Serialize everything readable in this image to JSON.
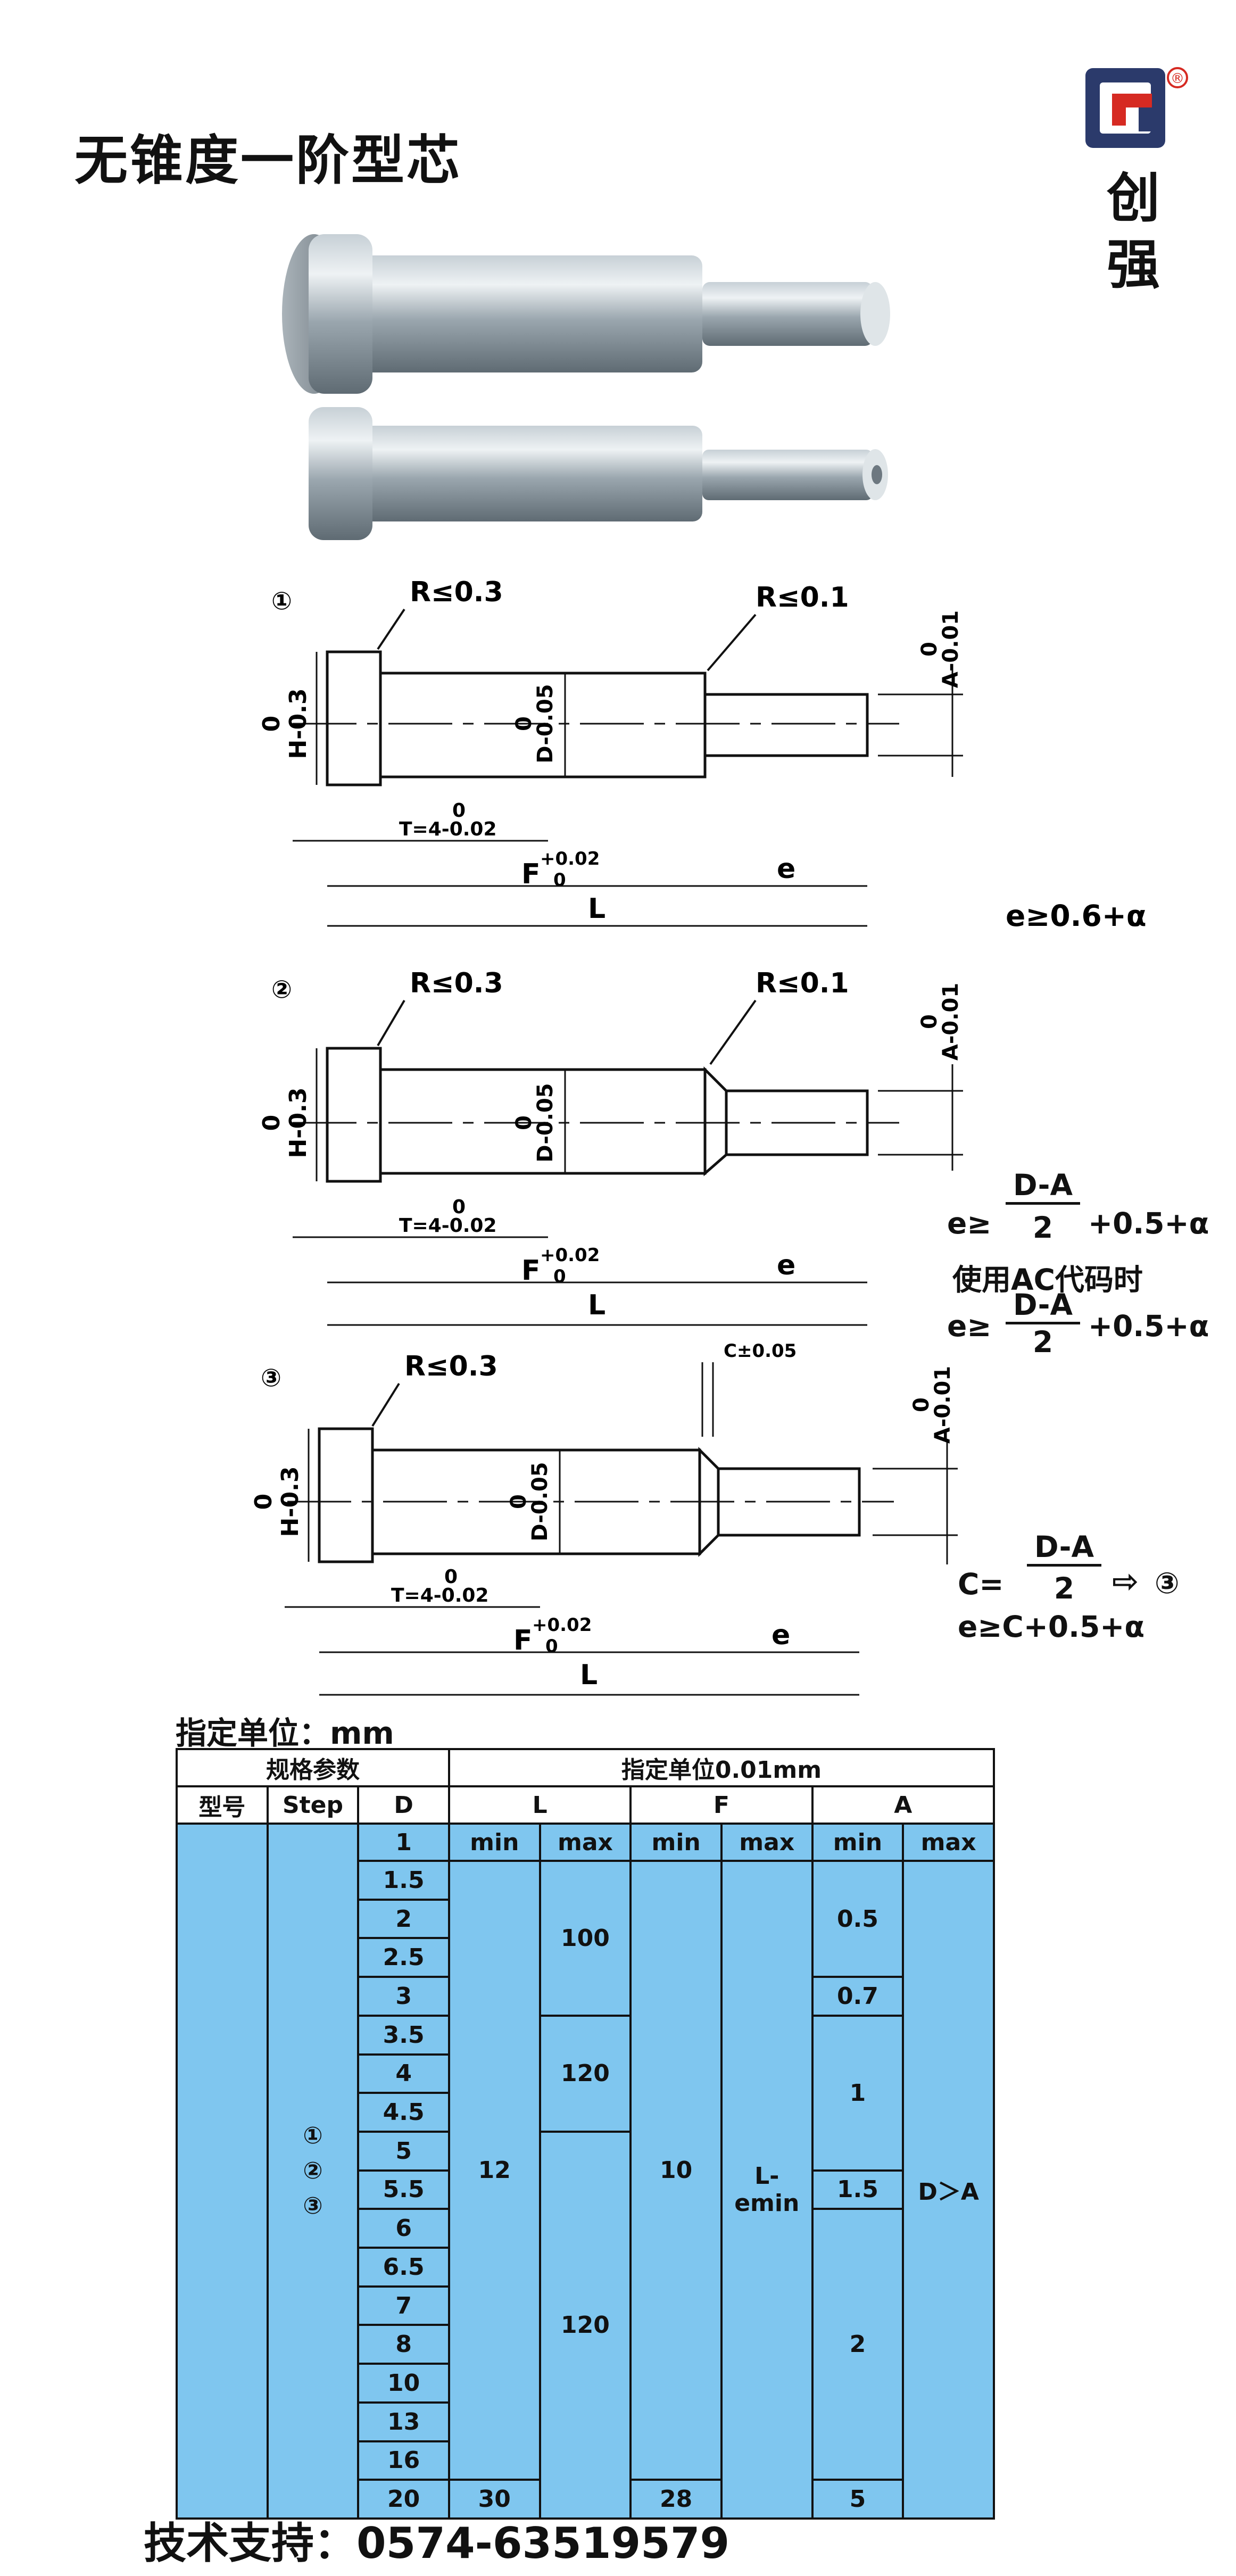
{
  "title": "无锥度一阶型芯",
  "brand": {
    "name_line1": "创",
    "name_line2": "强",
    "registered": "®",
    "colors": {
      "frame": "#2b3a6b",
      "accent": "#d62a22"
    }
  },
  "diagram1": {
    "number": "①",
    "r_head": "R≤0.3",
    "r_step": "R≤0.1",
    "h_tol_top": "0",
    "h_tol": "H-0.3",
    "d_tol_top": "0",
    "d_tol": "D-0.05",
    "a_tol_top": "0",
    "a_tol": "A-0.01",
    "t_tol_top": "0",
    "t_tol": "T=4-0.02",
    "f_label": "F",
    "f_tol_top": "+0.02",
    "f_tol_bottom": "0",
    "e_label": "e",
    "l_label": "L",
    "formula": "e≥0.6+α"
  },
  "diagram2": {
    "number": "②",
    "r_head": "R≤0.3",
    "r_step": "R≤0.1",
    "h_tol_top": "0",
    "h_tol": "H-0.3",
    "d_tol_top": "0",
    "d_tol": "D-0.05",
    "a_tol_top": "0",
    "a_tol": "A-0.01",
    "t_tol_top": "0",
    "t_tol": "T=4-0.02",
    "f_label": "F",
    "f_tol_top": "+0.02",
    "f_tol_bottom": "0",
    "e_label": "e",
    "l_label": "L",
    "formula_prefix": "e≥",
    "formula_num": "D-A",
    "formula_den": "2",
    "formula_suffix": "+0.5+α",
    "note": "使用AC代码时",
    "formula2_prefix": "e≥",
    "formula2_num": "D-A",
    "formula2_den": "2",
    "formula2_suffix": "+0.5+α"
  },
  "diagram3": {
    "number": "③",
    "r_head": "R≤0.3",
    "c_tol": "C±0.05",
    "h_tol_top": "0",
    "h_tol": "H-0.3",
    "d_tol_top": "0",
    "d_tol": "D-0.05",
    "a_tol_top": "0",
    "a_tol": "A-0.01",
    "t_tol_top": "0",
    "t_tol": "T=4-0.02",
    "f_label": "F",
    "f_tol_top": "+0.02",
    "f_tol_bottom": "0",
    "e_label": "e",
    "l_label": "L",
    "c_prefix": "C=",
    "c_num": "D-A",
    "c_den": "2",
    "c_arrow_target": "③",
    "formula": "e≥C+0.5+α"
  },
  "table": {
    "unit_caption": "指定单位：mm",
    "spec_header": "规格参数",
    "unit_header": "指定单位0.01mm",
    "col_model": "型号",
    "col_step": "Step",
    "col_d": "D",
    "col_l": "L",
    "col_f": "F",
    "col_a": "A",
    "min": "min",
    "max": "max",
    "step_values": [
      "①",
      "②",
      "③"
    ],
    "d_values": [
      "1",
      "1.5",
      "2",
      "2.5",
      "3",
      "3.5",
      "4",
      "4.5",
      "5",
      "5.5",
      "6",
      "6.5",
      "7",
      "8",
      "10",
      "13",
      "16",
      "20"
    ],
    "l_min": [
      "12",
      "30"
    ],
    "l_max": [
      "100",
      "120",
      "120"
    ],
    "f_min": [
      "10",
      "28"
    ],
    "f_max": "L-emin",
    "a_min": [
      "0.5",
      "0.7",
      "1",
      "1.5",
      "2",
      "5"
    ],
    "a_max": "D＞A"
  },
  "hotline": "技术支持：0574-63519579"
}
